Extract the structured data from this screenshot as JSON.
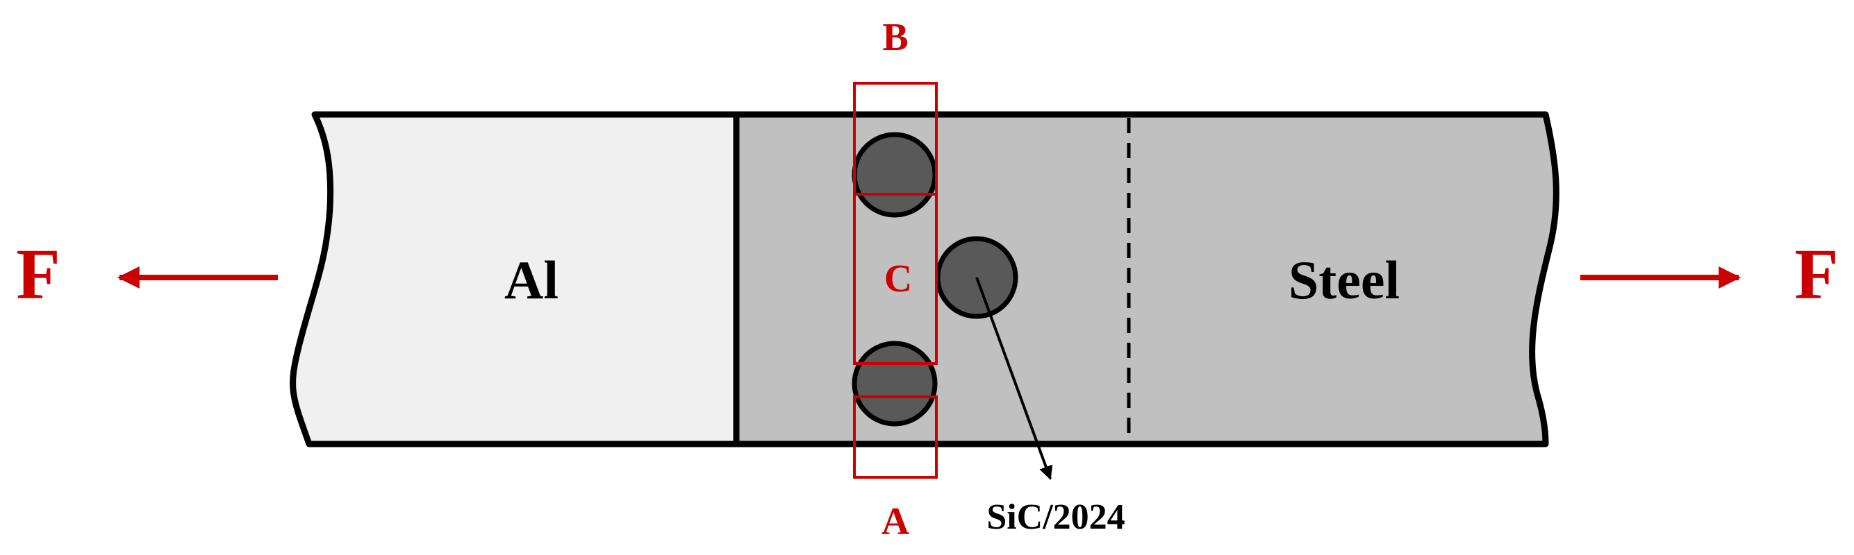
{
  "labels": {
    "left_material": "Al",
    "right_material": "Steel",
    "force_left": "F",
    "force_right": "F",
    "region_a": "A",
    "region_b": "B",
    "region_c": "C",
    "particle": "SiC/2024"
  },
  "colors": {
    "aluminum_fill": "#f0f0f0",
    "steel_fill": "#c0c0c0",
    "particle_fill": "#595959",
    "outline": "#000000",
    "accent_red": "#cc0000"
  }
}
